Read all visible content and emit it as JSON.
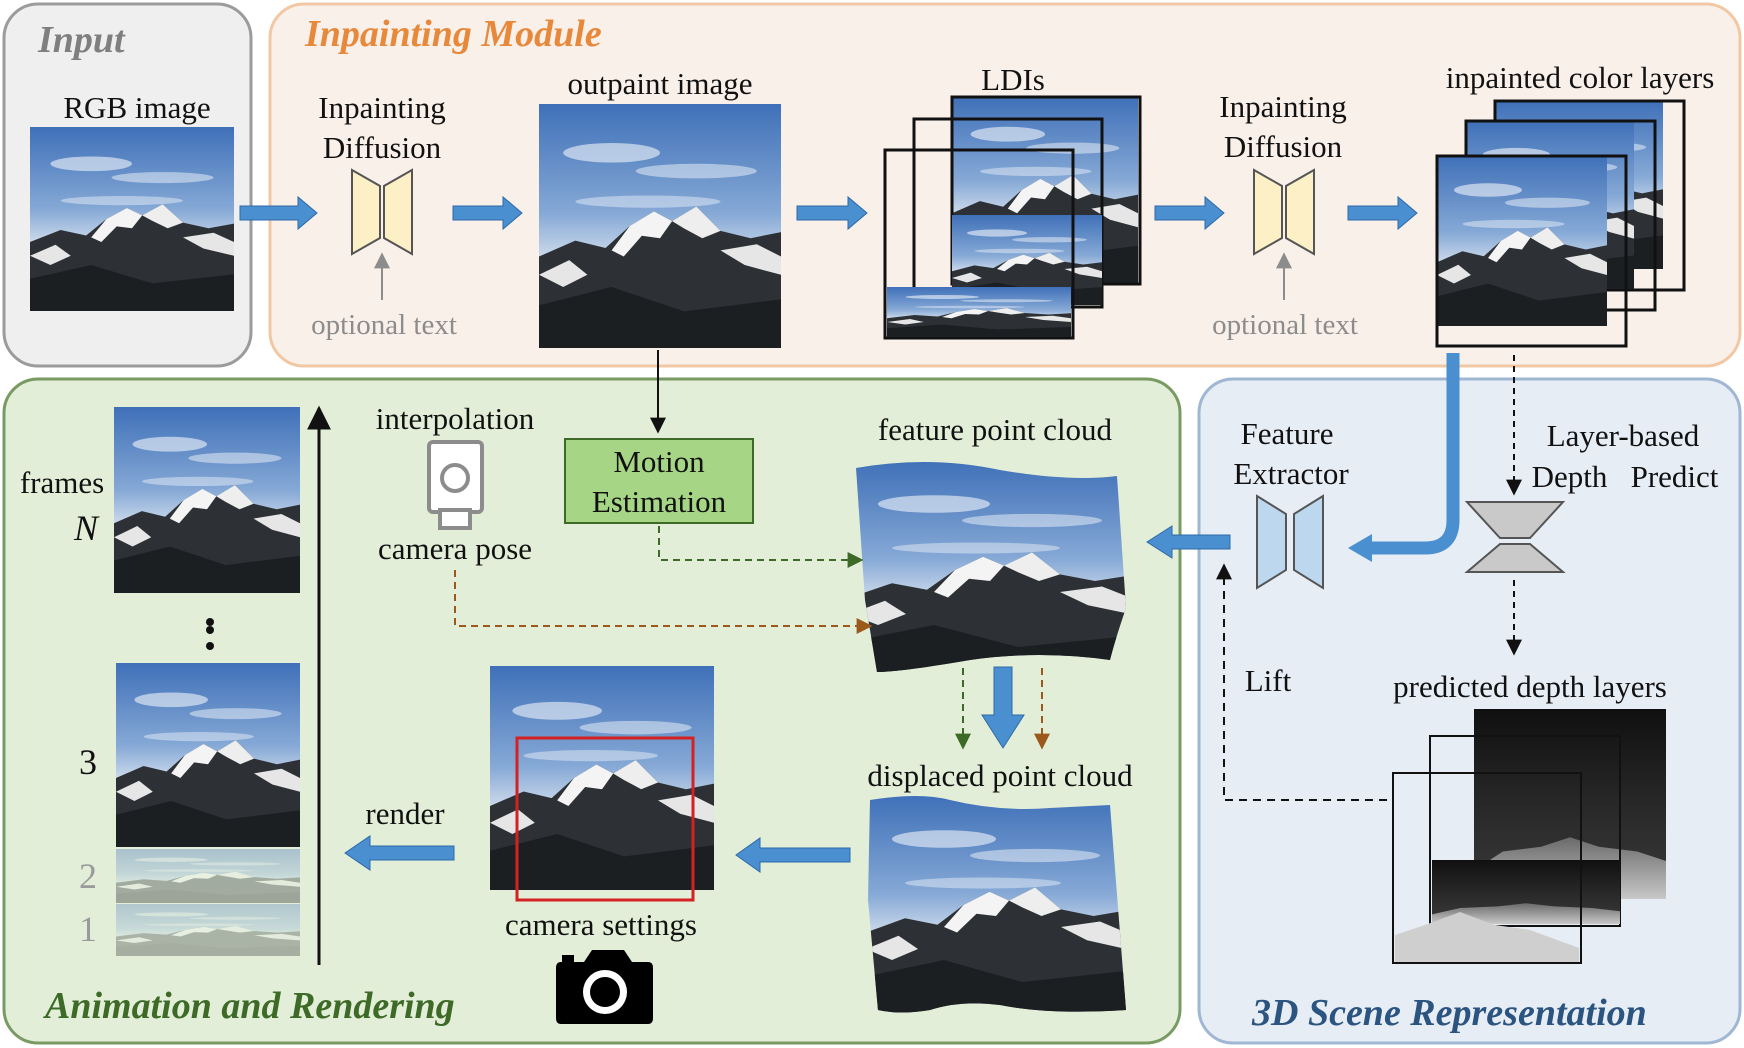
{
  "panels": {
    "input": "Input",
    "inpainting": "Inpainting Module",
    "animation": "Animation and Rendering",
    "scene": "3D Scene Representation"
  },
  "labels": {
    "rgb_image": "RGB image",
    "inpainting_diffusion_1a": "Inpainting",
    "inpainting_diffusion_1b": "Diffusion",
    "optional_text_1": "optional text",
    "outpaint_image": "outpaint image",
    "ldis": "LDIs",
    "inpainting_diffusion_2a": "Inpainting",
    "inpainting_diffusion_2b": "Diffusion",
    "optional_text_2": "optional text",
    "inpainted_color_layers": "inpainted color layers",
    "feature_extractor_a": "Feature",
    "feature_extractor_b": "Extractor",
    "layer_depth_a": "Layer-based",
    "layer_depth_b": "Depth   Predict",
    "predicted_depth_layers": "predicted depth layers",
    "lift": "Lift",
    "feature_point_cloud": "feature point cloud",
    "displaced_point_cloud": "displaced point cloud",
    "motion_estimation_a": "Motion",
    "motion_estimation_b": "Estimation",
    "interpolation": "interpolation",
    "camera_pose": "camera pose",
    "camera_settings": "camera settings",
    "render": "render",
    "frames": "frames",
    "frame_n": "N",
    "frame_3": "3",
    "frame_2": "2",
    "frame_1": "1"
  },
  "colors": {
    "inpaint_orange": "#e8883a",
    "anim_green": "#3d6a27",
    "scene_blue": "#2b5480",
    "arrow_blue": "#4a8fd0",
    "input_gray": "#7f7f7f"
  },
  "icons": [
    "camera-pose-icon",
    "camera-icon",
    "diffusion-encoder-icon",
    "feature-extractor-icon",
    "depth-predictor-icon"
  ]
}
